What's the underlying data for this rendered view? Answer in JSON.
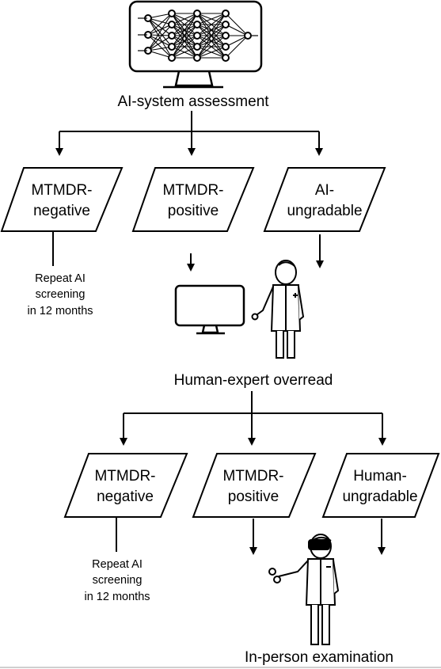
{
  "stage1": {
    "title": "AI-system assessment",
    "boxes": [
      {
        "line1": "MTMDR-",
        "line2": "negative"
      },
      {
        "line1": "MTMDR-",
        "line2": "positive"
      },
      {
        "line1": "AI-",
        "line2": "ungradable"
      }
    ],
    "note": {
      "line1": "Repeat AI",
      "line2": "screening",
      "line3": "in 12 months"
    }
  },
  "stage2": {
    "title": "Human-expert overread",
    "boxes": [
      {
        "line1": "MTMDR-",
        "line2": "negative"
      },
      {
        "line1": "MTMDR-",
        "line2": "positive"
      },
      {
        "line1": "Human-",
        "line2": "ungradable"
      }
    ],
    "note": {
      "line1": "Repeat AI",
      "line2": "screening",
      "line3": "in 12 months"
    }
  },
  "final": {
    "title": "In-person examination"
  },
  "icons": [
    "neural-network-monitor-icon",
    "monitor-icon",
    "doctor-icon",
    "doctor-with-headset-icon"
  ]
}
